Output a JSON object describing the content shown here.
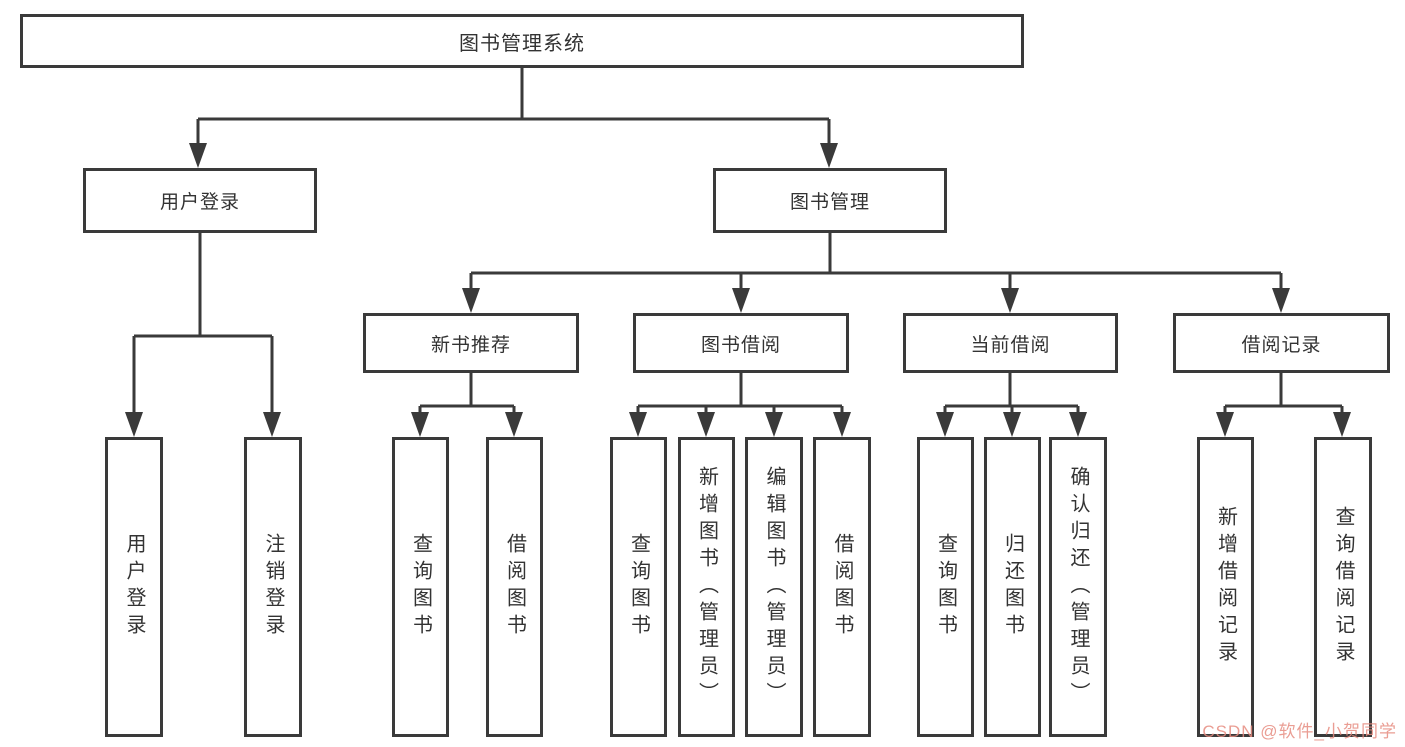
{
  "tree": {
    "root": {
      "label": "图书管理系统"
    },
    "level2": [
      {
        "label": "用户登录"
      },
      {
        "label": "图书管理"
      }
    ],
    "level3": [
      {
        "label": "新书推荐"
      },
      {
        "label": "图书借阅"
      },
      {
        "label": "当前借阅"
      },
      {
        "label": "借阅记录"
      }
    ],
    "leaves": {
      "login": [
        {
          "label": "用户登录"
        },
        {
          "label": "注销登录"
        }
      ],
      "newbook": [
        {
          "label": "查询图书"
        },
        {
          "label": "借阅图书"
        }
      ],
      "borrow": [
        {
          "label": "查询图书"
        },
        {
          "label": "新增图书（管理员）"
        },
        {
          "label": "编辑图书（管理员）"
        },
        {
          "label": "借阅图书"
        }
      ],
      "current": [
        {
          "label": "查询图书"
        },
        {
          "label": "归还图书"
        },
        {
          "label": "确认归还（管理员）"
        }
      ],
      "records": [
        {
          "label": "新增借阅记录"
        },
        {
          "label": "查询借阅记录"
        }
      ]
    }
  },
  "watermark": {
    "text": "CSDN @软件_小贺同学"
  },
  "colors": {
    "line": "#3a3a3a",
    "text": "#333333",
    "watermark": "#e68c80",
    "background": "#ffffff"
  }
}
